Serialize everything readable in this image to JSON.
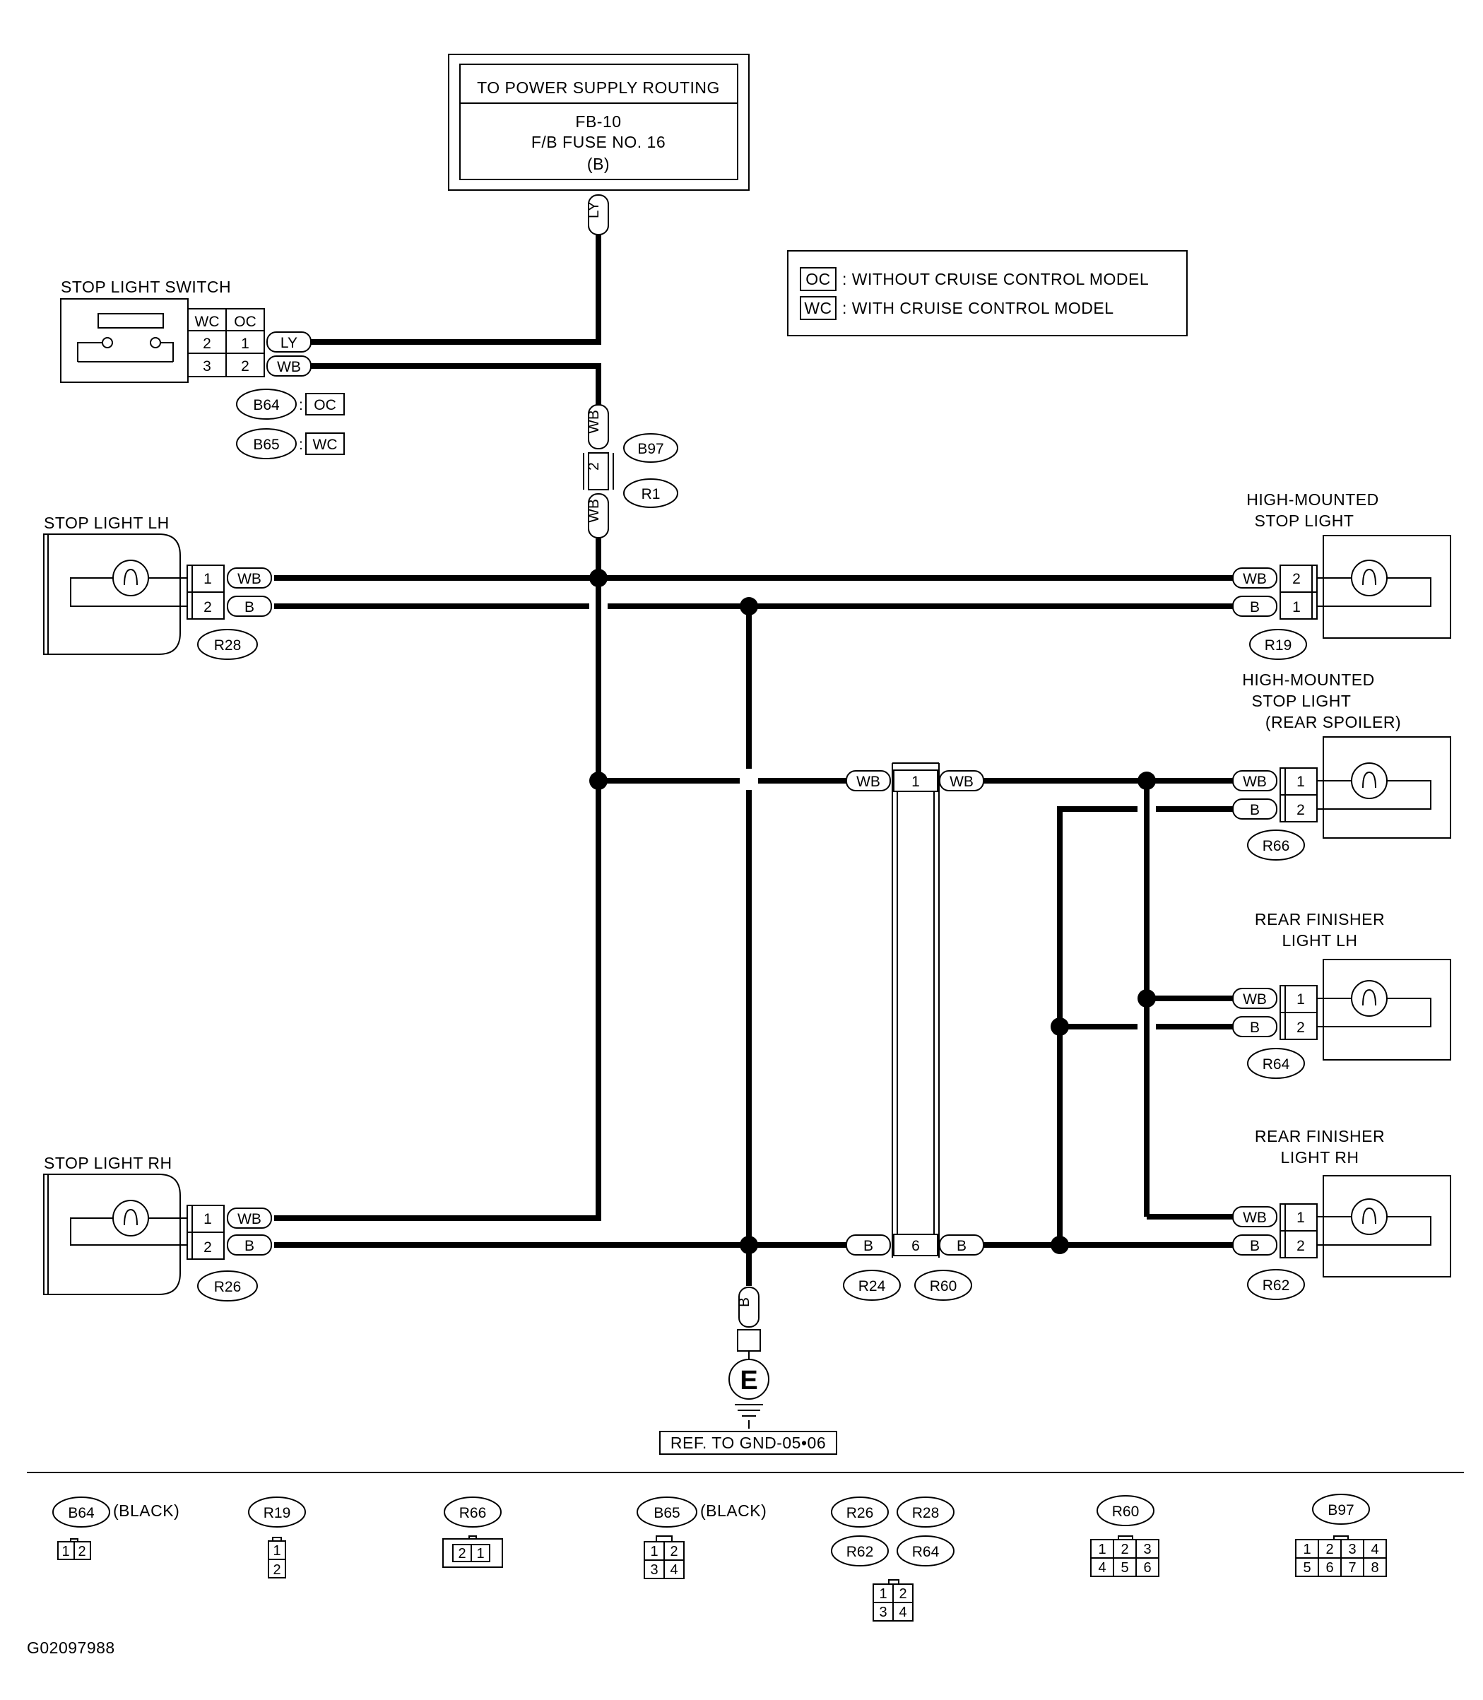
{
  "power_supply": {
    "header": "TO POWER SUPPLY ROUTING",
    "line1": "FB-10",
    "line2": "F/B FUSE NO. 16",
    "line3": "(B)"
  },
  "legend": {
    "oc_code": "OC",
    "oc_text": ": WITHOUT CRUISE CONTROL MODEL",
    "wc_code": "WC",
    "wc_text": ": WITH CRUISE CONTROL MODEL"
  },
  "stop_light_switch": {
    "title": "STOP LIGHT SWITCH",
    "col_wc": "WC",
    "col_oc": "OC",
    "row1_wc": "2",
    "row1_oc": "1",
    "row2_wc": "3",
    "row2_oc": "2",
    "conn_b64": "B64",
    "conn_b64_model": "OC",
    "conn_b65": "B65",
    "conn_b65_model": "WC"
  },
  "wire_colors": {
    "ly": "LY",
    "wb": "WB",
    "b": "B"
  },
  "connectors": {
    "b97": "B97",
    "r1": "R1",
    "b97_pin": "2",
    "r28": "R28",
    "r26": "R26",
    "r19": "R19",
    "r66": "R66",
    "r64": "R64",
    "r62": "R62",
    "r24": "R24",
    "r60": "R60",
    "r24_pin_wb": "1",
    "r24_pin_b": "6"
  },
  "components": {
    "stop_light_lh": "STOP LIGHT LH",
    "stop_light_rh": "STOP LIGHT RH",
    "hm_title_1": "HIGH-MOUNTED",
    "hm_title_2": "STOP LIGHT",
    "hms_title_1": "HIGH-MOUNTED",
    "hms_title_2": "STOP LIGHT",
    "hms_title_3": "(REAR SPOILER)",
    "rf_lh_1": "REAR FINISHER",
    "rf_lh_2": "LIGHT LH",
    "rf_rh_1": "REAR FINISHER",
    "rf_rh_2": "LIGHT RH"
  },
  "pins": {
    "one": "1",
    "two": "2"
  },
  "ground": {
    "symbol": "E",
    "ref": "REF. TO GND-05•06"
  },
  "connector_views": {
    "b64": "B64",
    "b64_color": "(BLACK)",
    "r19": "R19",
    "r66": "R66",
    "b65": "B65",
    "b65_color": "(BLACK)",
    "r26": "R26",
    "r28": "R28",
    "r62": "R62",
    "r64": "R64",
    "r60": "R60",
    "b97": "B97",
    "p1": "1",
    "p2": "2",
    "p3": "3",
    "p4": "4",
    "p5": "5",
    "p6": "6",
    "p7": "7",
    "p8": "8"
  },
  "figure_id": "G02097988"
}
